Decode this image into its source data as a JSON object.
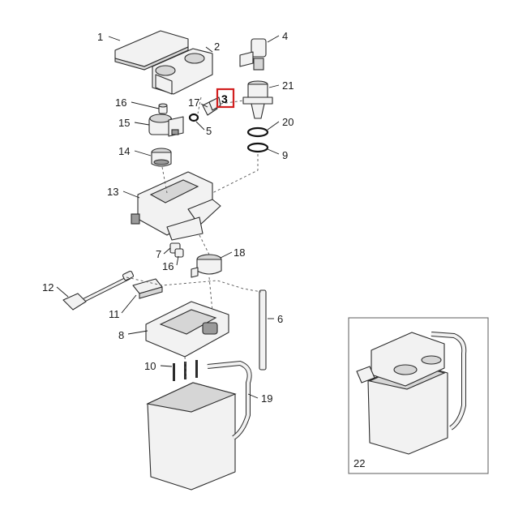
{
  "diagram": {
    "highlight_color": "#d21f1f",
    "highlighted_part": "3",
    "labels": [
      {
        "id": "p1",
        "text": "1"
      },
      {
        "id": "p2",
        "text": "2"
      },
      {
        "id": "p3",
        "text": "3"
      },
      {
        "id": "p4",
        "text": "4"
      },
      {
        "id": "p5",
        "text": "5"
      },
      {
        "id": "p6",
        "text": "6"
      },
      {
        "id": "p7",
        "text": "7"
      },
      {
        "id": "p8",
        "text": "8"
      },
      {
        "id": "p9",
        "text": "9"
      },
      {
        "id": "p10",
        "text": "10"
      },
      {
        "id": "p11",
        "text": "11"
      },
      {
        "id": "p12",
        "text": "12"
      },
      {
        "id": "p13",
        "text": "13"
      },
      {
        "id": "p14",
        "text": "14"
      },
      {
        "id": "p15",
        "text": "15"
      },
      {
        "id": "p16a",
        "text": "16"
      },
      {
        "id": "p16b",
        "text": "16"
      },
      {
        "id": "p17",
        "text": "17"
      },
      {
        "id": "p18",
        "text": "18"
      },
      {
        "id": "p19",
        "text": "19"
      },
      {
        "id": "p20",
        "text": "20"
      },
      {
        "id": "p21",
        "text": "21"
      },
      {
        "id": "p22",
        "text": "22"
      }
    ]
  }
}
